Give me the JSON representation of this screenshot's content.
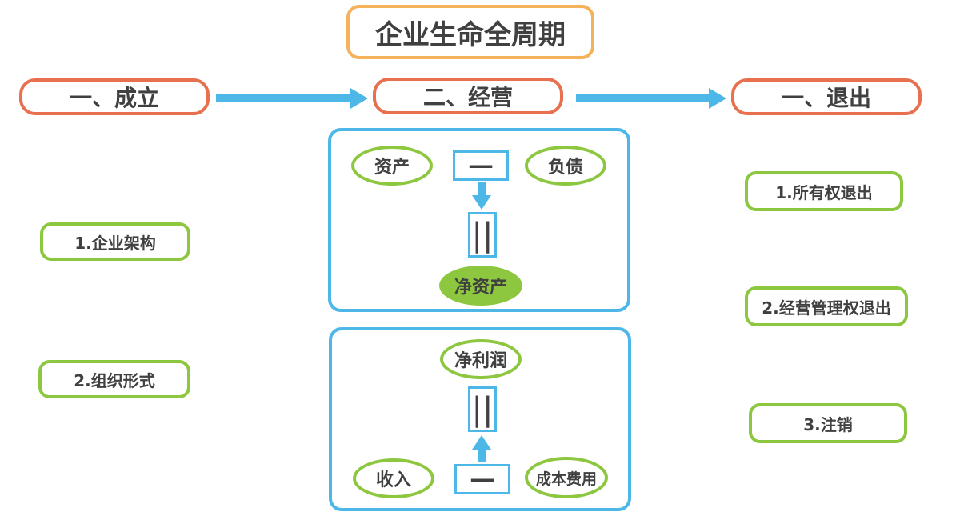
{
  "title": "企业生命全周期",
  "phases": {
    "establish": "一、成立",
    "operate": "二、经营",
    "exit": "一、退出"
  },
  "establish_items": [
    "1.企业架构",
    "2.组织形式"
  ],
  "exit_items": [
    "1.所有权退出",
    "2.经营管理权退出",
    "3.注销"
  ],
  "balance_panel": {
    "assets": "资产",
    "minus": "一",
    "liabilities": "负债",
    "equals": "||",
    "net_assets": "净资产"
  },
  "profit_panel": {
    "net_profit": "净利润",
    "equals": "||",
    "revenue": "收入",
    "minus": "一",
    "costs": "成本费用"
  },
  "colors": {
    "title_border": "#f4b25a",
    "phase_border": "#e8704f",
    "item_border": "#8dc63f",
    "panel_border": "#4db8e8",
    "arrow": "#4db8e8",
    "text": "#404040"
  }
}
